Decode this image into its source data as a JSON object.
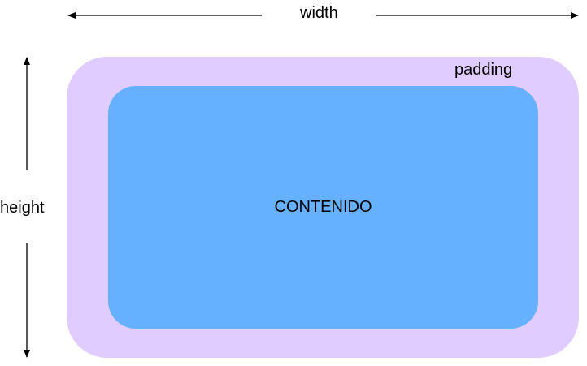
{
  "labels": {
    "width": "width",
    "height": "height",
    "padding": "padding",
    "content": "CONTENIDO"
  },
  "colors": {
    "padding_fill": "#e1ccff",
    "content_fill": "#65b0ff",
    "arrow": "#000000",
    "text": "#000000"
  },
  "icons": {
    "width_arrow": "double-headed-horizontal-arrow",
    "height_arrow": "double-headed-vertical-arrow"
  }
}
